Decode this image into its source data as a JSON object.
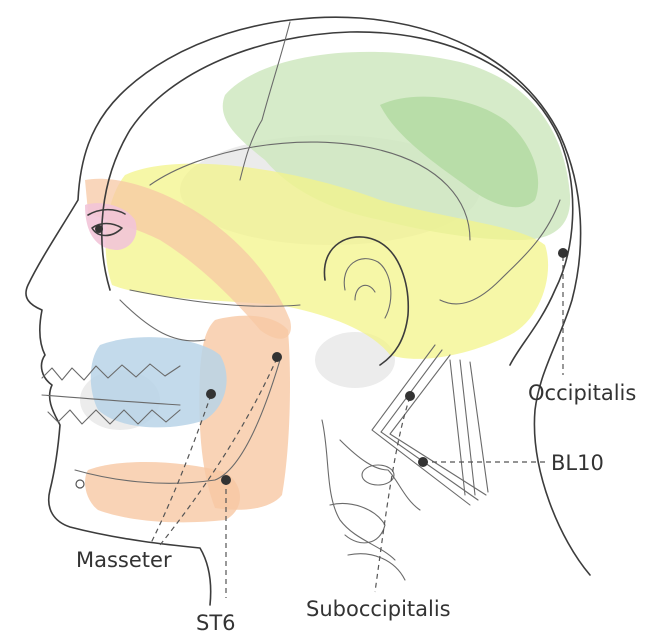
{
  "labels": {
    "occipitalis": "Occipitalis",
    "bl10": "BL10",
    "masseter": "Masseter",
    "st6": "ST6",
    "suboccipitalis": "Suboccipitalis"
  },
  "colors": {
    "green_zone": "#cfe8c0",
    "green_core": "#b5dca4",
    "yellow_zone": "#f3f48a",
    "orange_zone": "#f7c8a4",
    "blue_zone": "#b9d3e8",
    "pink_zone": "#f2c4d8",
    "gray_shadow": "#e3e3e3",
    "point": "#333333",
    "outline": "#3c3c3c"
  },
  "icons": {
    "point": "filled-circle"
  }
}
